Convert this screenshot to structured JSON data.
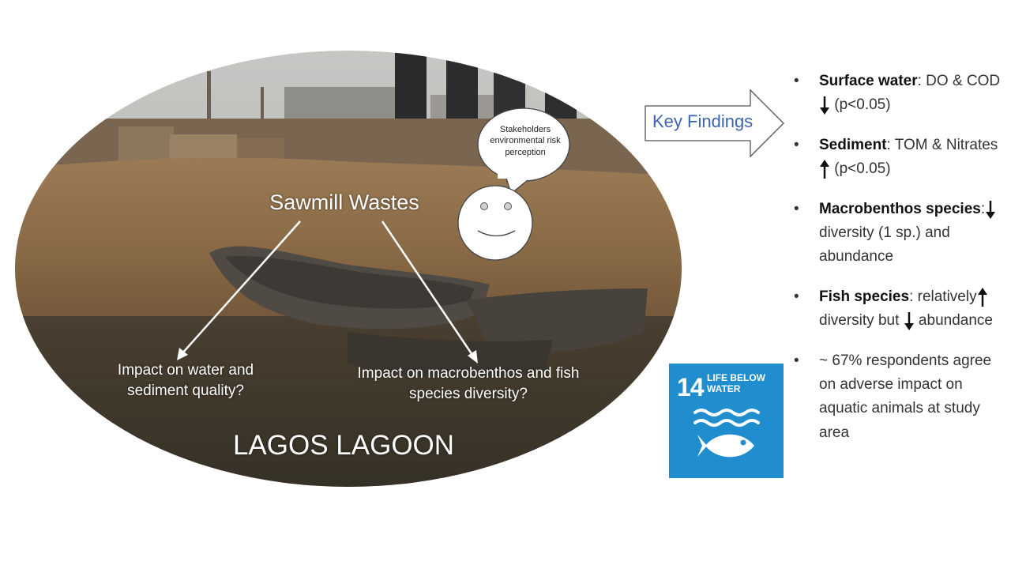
{
  "diagram": {
    "sawmill_label": "Sawmill Wastes",
    "impact_water": "Impact on water and sediment quality?",
    "impact_biodiversity": "Impact on macrobenthos and fish species diversity?",
    "lagoon_label": "LAGOS LAGOON",
    "bubble_text": "Stakeholders environmental risk perception",
    "key_findings_label": "Key Findings"
  },
  "sdg": {
    "number": "14",
    "title": "LIFE BELOW WATER",
    "color": "#1f8dce"
  },
  "findings": [
    {
      "bold": "Surface water",
      "text1": ": DO & COD",
      "arrow": "down",
      "text2": " (p<0.05)"
    },
    {
      "bold": "Sediment",
      "text1": ": TOM & Nitrates",
      "arrow": "up",
      "text2": " (p<0.05)"
    },
    {
      "bold": "Macrobenthos species",
      "text1": ":",
      "arrow": "down",
      "text2": "diversity (1 sp.) and abundance"
    },
    {
      "bold": "Fish species",
      "text1": ": relatively",
      "arrow": "up",
      "text2": " diversity but",
      "arrow2": "down",
      "text3": " abundance"
    },
    {
      "bold": "",
      "text1": "~ 67% respondents agree on adverse impact on aquatic animals at study area"
    }
  ],
  "colors": {
    "accent_blue": "#3c64b1",
    "sdg_blue": "#1f8dce"
  }
}
